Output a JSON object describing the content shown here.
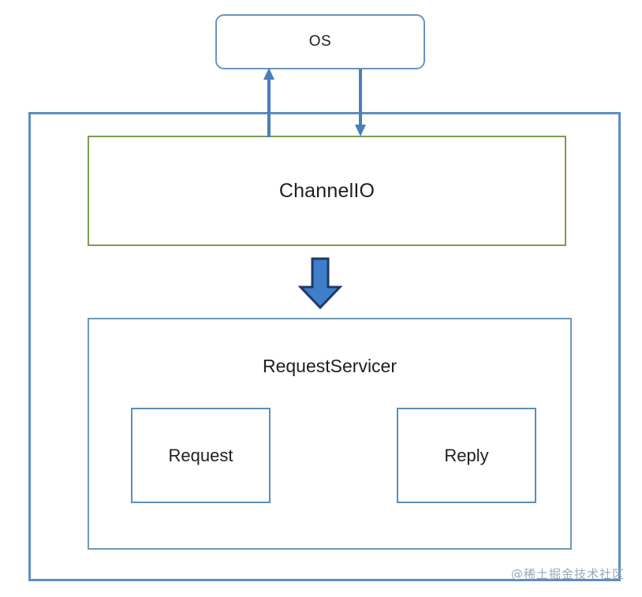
{
  "diagram": {
    "title_text": "OS / ChannelIO / RequestServicer architecture diagram",
    "os": {
      "label": "OS",
      "border_color": "#6b93bd"
    },
    "outer_container": {
      "label": "",
      "border_color": "#5b8fc0"
    },
    "channelio": {
      "label": "ChannelIO",
      "border_color": "#7d9c52"
    },
    "servicer": {
      "label": "RequestServicer",
      "border_color": "#6f9ab5"
    },
    "leaves": [
      {
        "label": "Request",
        "border_color": "#5b8fb9"
      },
      {
        "label": "Reply",
        "border_color": "#5b8fb9"
      }
    ],
    "connectors": [
      {
        "name": "channelio-to-os-up-arrow",
        "direction": "up",
        "color": "#4a7ebb"
      },
      {
        "name": "os-to-channelio-down-arrow",
        "direction": "down",
        "color": "#4a7ebb"
      }
    ],
    "block_arrow": {
      "name": "channelio-to-servicer-block-arrow",
      "direction": "down",
      "fill_color": "#3f7ecb",
      "stroke_color": "#1f3864"
    },
    "watermark": {
      "text": "@稀土掘金技术社区",
      "color": "#9aa7b4"
    }
  }
}
